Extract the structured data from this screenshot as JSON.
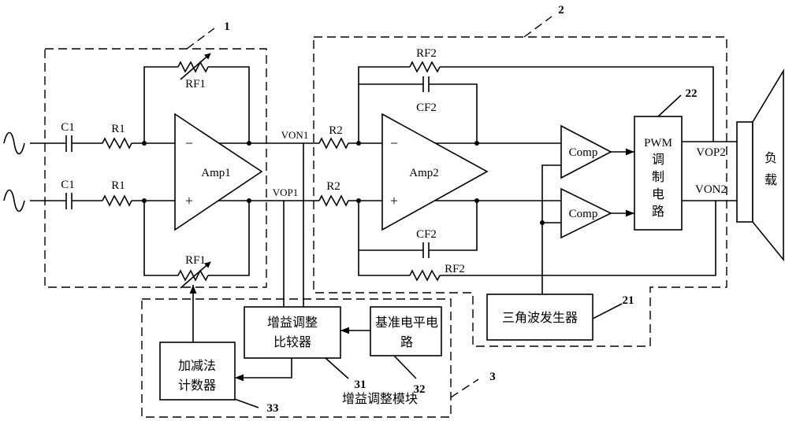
{
  "refs": {
    "module_1": "1",
    "module_2": "2",
    "module_3": "3",
    "pwm_circuit": "22",
    "triangle_generator": "21",
    "gain_comparator": "31",
    "reference_circuit": "32",
    "counter": "33"
  },
  "stage1": {
    "c1_top": "C1",
    "c1_bottom": "C1",
    "r1_top": "R1",
    "r1_bottom": "R1",
    "rf1_top": "RF1",
    "rf1_bottom": "RF1",
    "amp": "Amp1",
    "minus": "−",
    "plus": "+",
    "von1": "VON1",
    "vop1": "VOP1"
  },
  "stage2": {
    "r2_top": "R2",
    "r2_bottom": "R2",
    "rf2_top": "RF2",
    "rf2_bottom": "RF2",
    "cf2_top": "CF2",
    "cf2_bottom": "CF2",
    "amp": "Amp2",
    "minus": "−",
    "plus": "+",
    "comp_top": "Comp",
    "comp_bottom": "Comp",
    "pwm_lines": [
      "PWM",
      "调",
      "制",
      "电",
      "路"
    ],
    "vop2": "VOP2",
    "von2": "VON2",
    "load_lines": [
      "负",
      "载"
    ],
    "triangle_generator": "三角波发生器"
  },
  "gain_module": {
    "comparator_lines": [
      "增益调整",
      "比较器"
    ],
    "reference_lines": [
      "基准电平电",
      "路"
    ],
    "counter_lines": [
      "加减法",
      "计数器"
    ],
    "title": "增益调整模块"
  }
}
